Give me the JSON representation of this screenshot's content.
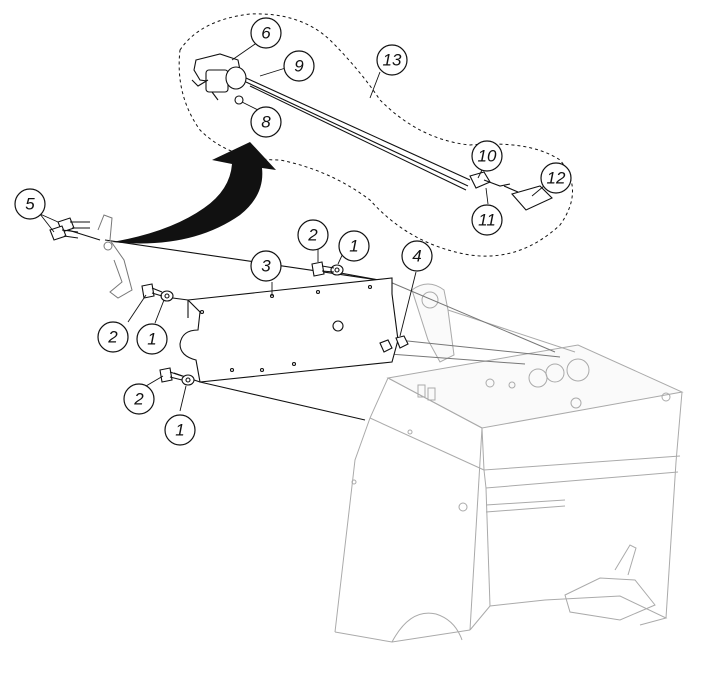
{
  "callouts": [
    {
      "id": "c1a",
      "label": "1"
    },
    {
      "id": "c1b",
      "label": "1"
    },
    {
      "id": "c1c",
      "label": "1"
    },
    {
      "id": "c2a",
      "label": "2"
    },
    {
      "id": "c2b",
      "label": "2"
    },
    {
      "id": "c2c",
      "label": "2"
    },
    {
      "id": "c3",
      "label": "3"
    },
    {
      "id": "c4",
      "label": "4"
    },
    {
      "id": "c5",
      "label": "5"
    },
    {
      "id": "c6",
      "label": "6"
    },
    {
      "id": "c8",
      "label": "8"
    },
    {
      "id": "c9",
      "label": "9"
    },
    {
      "id": "c10",
      "label": "10"
    },
    {
      "id": "c11",
      "label": "11"
    },
    {
      "id": "c12",
      "label": "12"
    },
    {
      "id": "c13",
      "label": "13"
    }
  ],
  "colors": {
    "ink": "#111111",
    "light_line": "#aaaaaa",
    "arrow": "#111111",
    "background": "#ffffff"
  }
}
